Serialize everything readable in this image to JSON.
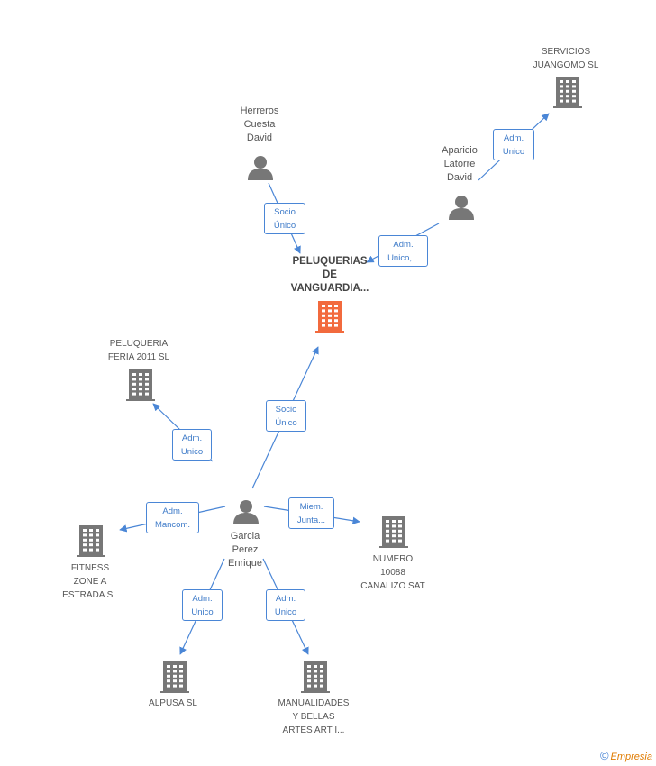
{
  "nodes": {
    "peluquerias": {
      "lines": [
        "PELUQUERIAS",
        "DE",
        "VANGUARDIA..."
      ],
      "type": "company",
      "highlight": true
    },
    "servicios": {
      "lines": [
        "SERVICIOS",
        "JUANGOMO SL"
      ],
      "type": "company"
    },
    "herreros": {
      "lines": [
        "Herreros",
        "Cuesta",
        "David"
      ],
      "type": "person"
    },
    "aparicio": {
      "lines": [
        "Aparicio",
        "Latorre",
        "David"
      ],
      "type": "person"
    },
    "feria": {
      "lines": [
        "PELUQUERIA",
        "FERIA 2011 SL"
      ],
      "type": "company"
    },
    "garcia": {
      "lines": [
        "Garcia",
        "Perez",
        "Enrique"
      ],
      "type": "person"
    },
    "fitness": {
      "lines": [
        "FITNESS",
        "ZONE A",
        "ESTRADA SL"
      ],
      "type": "company"
    },
    "numero": {
      "lines": [
        "NUMERO",
        "10088",
        "CANALIZO SAT"
      ],
      "type": "company"
    },
    "alpusa": {
      "lines": [
        "ALPUSA SL"
      ],
      "type": "company"
    },
    "manualidades": {
      "lines": [
        "MANUALIDADES",
        "Y BELLAS",
        "ARTES ART I..."
      ],
      "type": "company"
    }
  },
  "edges": [
    {
      "from": "herreros",
      "to": "peluquerias",
      "lines": [
        "Socio",
        "Único"
      ]
    },
    {
      "from": "aparicio",
      "to": "peluquerias",
      "lines": [
        "Adm.",
        "Unico,..."
      ]
    },
    {
      "from": "aparicio",
      "to": "servicios",
      "lines": [
        "Adm.",
        "Unico"
      ]
    },
    {
      "from": "garcia",
      "to": "peluquerias",
      "lines": [
        "Socio",
        "Único"
      ]
    },
    {
      "from": "garcia",
      "to": "feria",
      "lines": [
        "Adm.",
        "Unico"
      ]
    },
    {
      "from": "garcia",
      "to": "fitness",
      "lines": [
        "Adm.",
        "Mancom."
      ]
    },
    {
      "from": "garcia",
      "to": "numero",
      "lines": [
        "Miem.",
        "Junta..."
      ]
    },
    {
      "from": "garcia",
      "to": "alpusa",
      "lines": [
        "Adm.",
        "Unico"
      ]
    },
    {
      "from": "garcia",
      "to": "manualidades",
      "lines": [
        "Adm.",
        "Unico"
      ]
    }
  ],
  "colors": {
    "edge": "#4a86d6",
    "node": "#777777",
    "highlight": "#f26a3d",
    "brand": "#e07b00"
  },
  "brand": {
    "symbol": "©",
    "name": "Empresia"
  }
}
